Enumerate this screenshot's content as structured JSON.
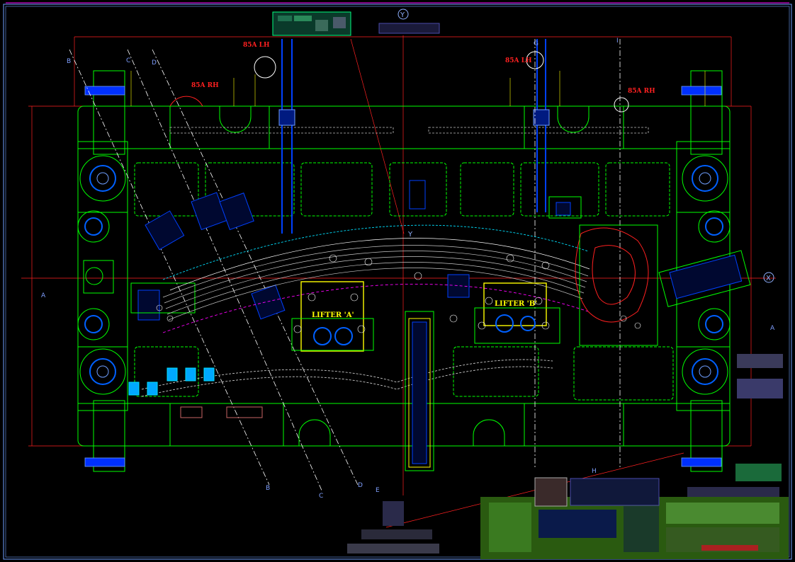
{
  "drawing": {
    "labels": {
      "ang_top_left": "85A LH",
      "ang_top_right": "85A LH",
      "ang_left": "85A RH",
      "ang_right": "85A RH",
      "lifter_a": "LIFTER 'A'",
      "lifter_b": "LIFTER 'B'",
      "axis_y_top": "Y",
      "axis_y_mid": "Y",
      "axis_x": "X"
    },
    "section_marks": {
      "top": [
        "B",
        "C",
        "D",
        "G",
        "I"
      ],
      "bottom": [
        "B",
        "C",
        "D",
        "E",
        "H"
      ],
      "side_left": "A",
      "side_right": "A"
    },
    "colors": {
      "background": "#000000",
      "frame": "#00ff00",
      "border": "#6f9fff",
      "centerline": "#ff2020",
      "lifter": "#ffff00",
      "part": "#c8c8c8",
      "hole": "#0040ff",
      "cyan": "#00e0ff",
      "magenta": "#ff00ff"
    }
  }
}
